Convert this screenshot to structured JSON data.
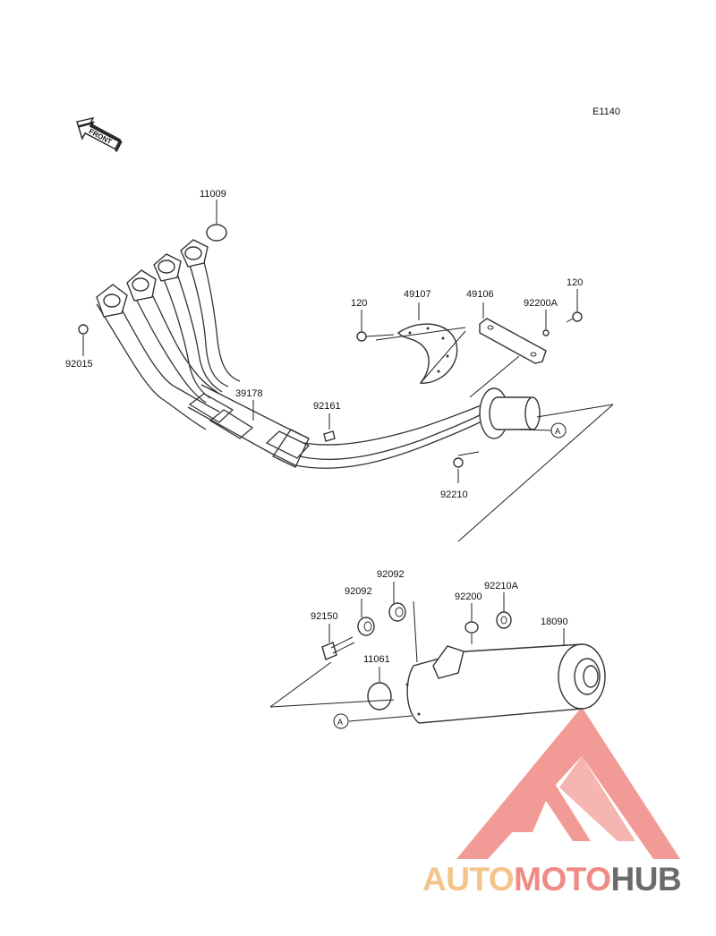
{
  "diagram_code": "E1140",
  "front_label": "FRONT",
  "ref_marker": "A",
  "parts": {
    "p11009": "11009",
    "p92015": "92015",
    "p39178": "39178",
    "p92161": "92161",
    "p120_left": "120",
    "p49107": "49107",
    "p49106": "49106",
    "p92200A": "92200A",
    "p120_right": "120",
    "p92210": "92210",
    "p92092_top": "92092",
    "p92092": "92092",
    "p92150": "92150",
    "p92200": "92200",
    "p92210A": "92210A",
    "p18090": "18090",
    "p11061": "11061"
  },
  "watermark": {
    "part1": "AUTO",
    "part2": "MOTO",
    "part3": "HUB",
    "colors": {
      "auto": "#f4c48a",
      "moto": "#f08a84",
      "hub": "#6b6b6b",
      "triangle": "#f08a84"
    }
  }
}
